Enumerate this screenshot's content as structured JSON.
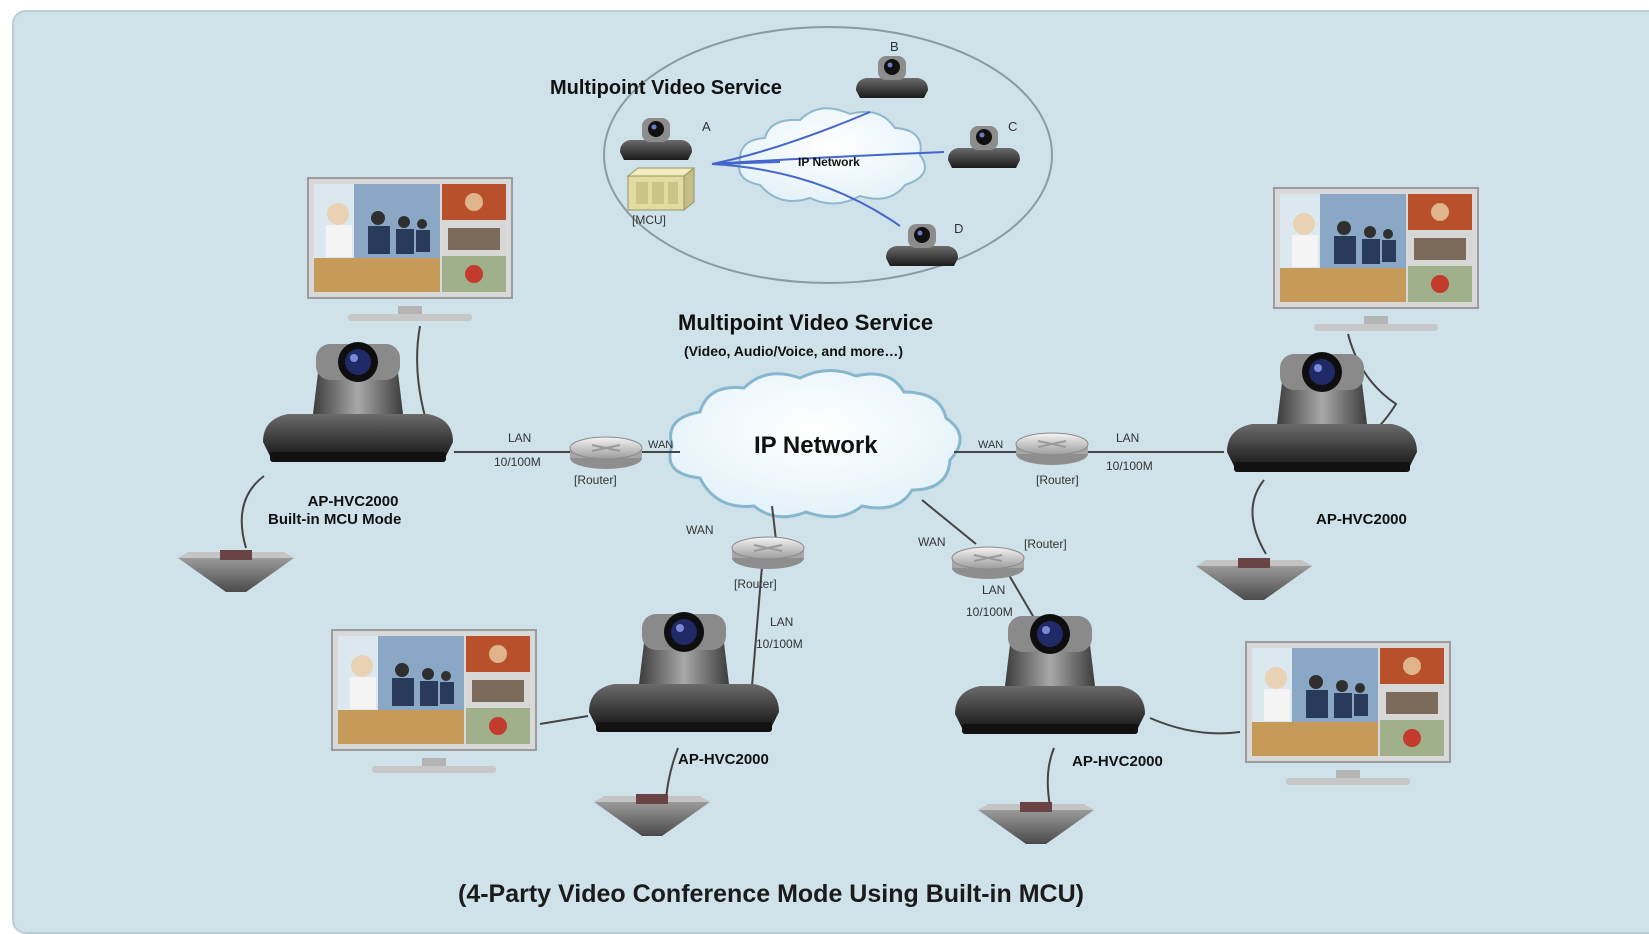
{
  "inset": {
    "title": "Multipoint Video Service",
    "network": "IP Network",
    "mcu": "[MCU]",
    "endpoints": [
      "A",
      "B",
      "C",
      "D"
    ]
  },
  "service": {
    "title": "Multipoint Video Service",
    "subtitle": "(Video, Audio/Voice, and more…)"
  },
  "network": {
    "label": "IP Network"
  },
  "sites": [
    {
      "model": "AP-HVC2000",
      "mode": "Built-in MCU Mode"
    },
    {
      "model": "AP-HVC2000"
    },
    {
      "model": "AP-HVC2000"
    },
    {
      "model": "AP-HVC2000"
    }
  ],
  "links": {
    "lan": "LAN",
    "speed": "10/100M",
    "wan": "WAN",
    "router": "[Router]"
  },
  "caption": "(4-Party Video Conference Mode Using Built-in MCU)"
}
